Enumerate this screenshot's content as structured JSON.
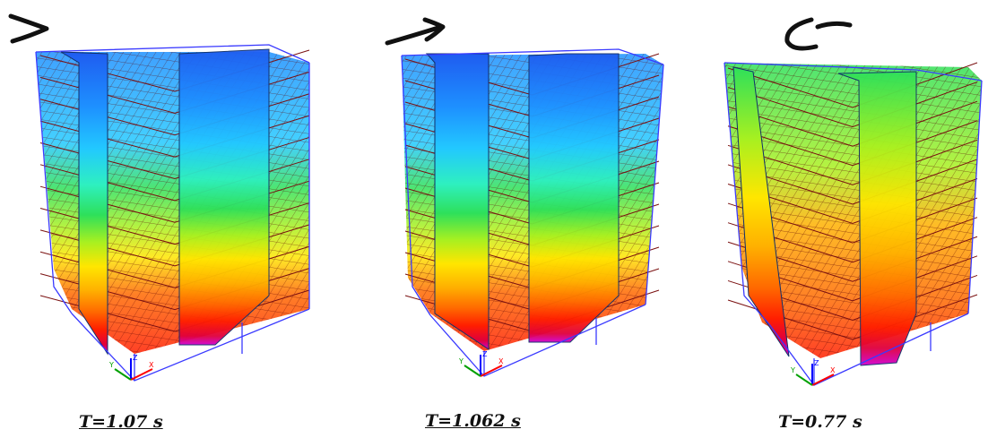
{
  "panels": [
    {
      "label": "T=1.07 s",
      "mode_marker": "arrow-right",
      "top_band": "blue"
    },
    {
      "label": "T=1.062 s",
      "mode_marker": "arrow-right",
      "top_band": "blue"
    },
    {
      "label": "T=0.77 s",
      "mode_marker": "rotation-arc",
      "top_band": "cyan-green"
    }
  ],
  "colors": {
    "contour": [
      "#1f5cf0",
      "#1e90ff",
      "#22c8ff",
      "#2ef0c0",
      "#2ee05a",
      "#a8f020",
      "#ffe600",
      "#ffb000",
      "#ff6a00",
      "#ff1e00",
      "#e0003c",
      "#d000d0"
    ],
    "floor_grid": "#8b0000",
    "frame_line": "#3a3aff",
    "ink": "#111111"
  },
  "axis_triad": {
    "x": "X",
    "y": "Y",
    "z": "Z"
  }
}
